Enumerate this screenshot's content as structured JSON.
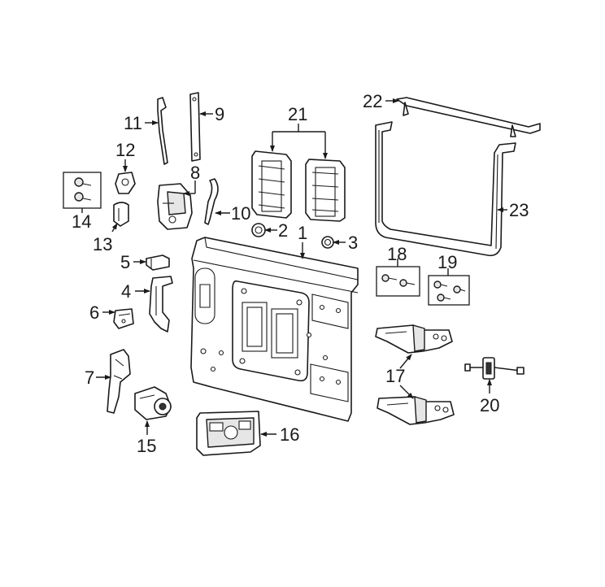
{
  "callouts": {
    "c1": "1",
    "c2": "2",
    "c3": "3",
    "c4": "4",
    "c5": "5",
    "c6": "6",
    "c7": "7",
    "c8": "8",
    "c9": "9",
    "c10": "10",
    "c11": "11",
    "c12": "12",
    "c13": "13",
    "c14": "14",
    "c15": "15",
    "c16": "16",
    "c17": "17",
    "c18": "18",
    "c19": "19",
    "c20": "20",
    "c21": "21",
    "c22": "22",
    "c23": "23"
  },
  "colors": {
    "line": "#1a1a1a",
    "background": "#ffffff",
    "shade": "#e6e6e6"
  }
}
